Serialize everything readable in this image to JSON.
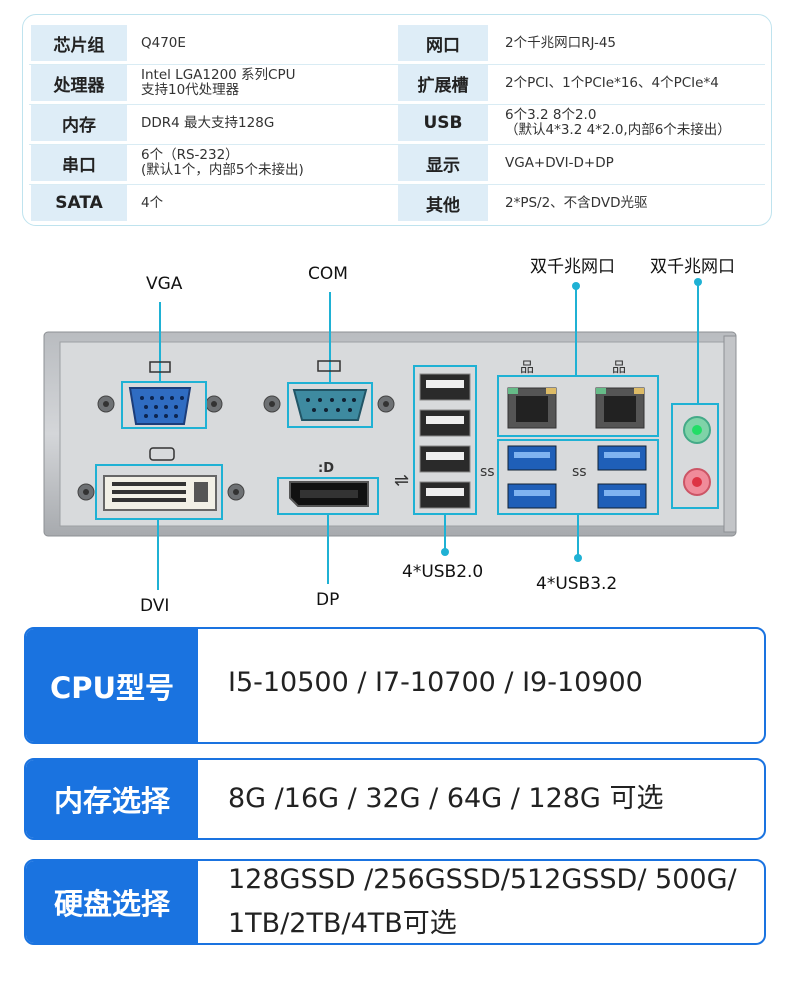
{
  "specs": {
    "rows": [
      {
        "left_label": "芯片组",
        "left_value": [
          "Q470E"
        ],
        "right_label": "网口",
        "right_value": [
          "2个千兆网口RJ-45"
        ]
      },
      {
        "left_label": "处理器",
        "left_value": [
          "Intel LGA1200 系列CPU",
          "支持10代处理器"
        ],
        "right_label": "扩展槽",
        "right_value": [
          "2个PCI、1个PCIe*16、4个PCIe*4"
        ]
      },
      {
        "left_label": "内存",
        "left_value": [
          "DDR4 最大支持128G"
        ],
        "right_label": "USB",
        "right_value": [
          "6个3.2 8个2.0",
          "（默认4*3.2 4*2.0,内部6个未接出）"
        ]
      },
      {
        "left_label": "串口",
        "left_value": [
          "6个（RS-232）",
          "(默认1个，内部5个未接出)"
        ],
        "right_label": "显示",
        "right_value": [
          "VGA+DVI-D+DP"
        ]
      },
      {
        "left_label": "SATA",
        "left_value": [
          "4个"
        ],
        "right_label": "其他",
        "right_value": [
          "2*PS/2、不含DVD光驱"
        ]
      }
    ]
  },
  "io_panel": {
    "labels": {
      "vga": "VGA",
      "com": "COM",
      "lan1": "双千兆网口",
      "lan2": "双千兆网口",
      "dvi": "DVI",
      "dp": "DP",
      "usb2": "4*USB2.0",
      "usb3": "4*USB3.2"
    },
    "icons": [
      "vga-port-icon",
      "com-port-icon",
      "dvi-port-icon",
      "displayport-icon",
      "usb-icon",
      "network-icon",
      "audio-line-in-icon",
      "audio-mic-icon"
    ],
    "accent_color": "#1fb1d4"
  },
  "options": {
    "cpu": {
      "title": "CPU型号",
      "value": "I5-10500 / I7-10700 / I9-10900"
    },
    "memory": {
      "title": "内存选择",
      "value": "8G /16G / 32G / 64G / 128G 可选"
    },
    "disk": {
      "title": "硬盘选择",
      "value_line1": "128GSSD /256GSSD/512GSSD/ 500G/",
      "value_line2": "1TB/2TB/4TB可选"
    }
  },
  "colors": {
    "brand_blue": "#1a73e0",
    "table_label_bg": "#deedf7",
    "table_border": "#bfe3ee"
  }
}
